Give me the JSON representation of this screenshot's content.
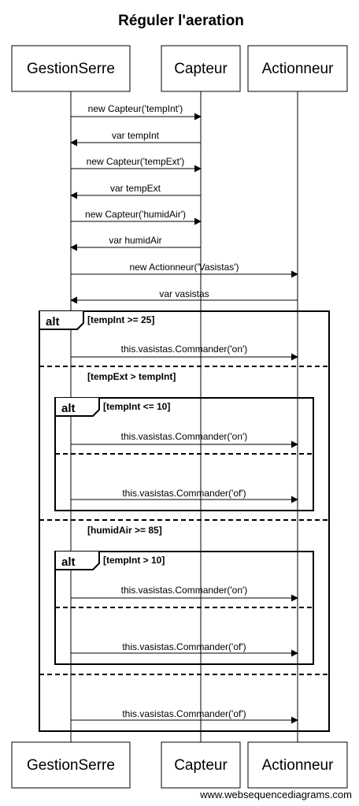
{
  "title": "Réguler l'aeration",
  "participants": [
    "GestionSerre",
    "Capteur",
    "Actionneur"
  ],
  "messages": [
    {
      "from": "GestionSerre",
      "to": "Capteur",
      "label": "new Capteur('tempInt')"
    },
    {
      "from": "Capteur",
      "to": "GestionSerre",
      "label": "var tempInt"
    },
    {
      "from": "GestionSerre",
      "to": "Capteur",
      "label": "new Capteur('tempExt')"
    },
    {
      "from": "Capteur",
      "to": "GestionSerre",
      "label": "var tempExt"
    },
    {
      "from": "GestionSerre",
      "to": "Capteur",
      "label": "new Capteur('humidAir')"
    },
    {
      "from": "Capteur",
      "to": "GestionSerre",
      "label": "var humidAir"
    },
    {
      "from": "GestionSerre",
      "to": "Actionneur",
      "label": "new Actionneur('Vasistas')"
    },
    {
      "from": "Actionneur",
      "to": "GestionSerre",
      "label": "var vasistas"
    },
    {
      "from": "GestionSerre",
      "to": "Actionneur",
      "label": "this.vasistas.Commander('on')"
    },
    {
      "from": "GestionSerre",
      "to": "Actionneur",
      "label": "this.vasistas.Commander('on')"
    },
    {
      "from": "GestionSerre",
      "to": "Actionneur",
      "label": "this.vasistas.Commander('of')"
    },
    {
      "from": "GestionSerre",
      "to": "Actionneur",
      "label": "this.vasistas.Commander('on')"
    },
    {
      "from": "GestionSerre",
      "to": "Actionneur",
      "label": "this.vasistas.Commander('of')"
    },
    {
      "from": "GestionSerre",
      "to": "Actionneur",
      "label": "this.vasistas.Commander('of')"
    }
  ],
  "frames": [
    {
      "tag": "alt",
      "guard": "[tempInt >= 25]",
      "else_guards": [
        "[tempExt > tempInt]",
        "[humidAir >= 85]",
        ""
      ]
    },
    {
      "tag": "alt",
      "guard": "[tempInt <= 10]",
      "else_guards": [
        ""
      ]
    },
    {
      "tag": "alt",
      "guard": "[tempInt > 10]",
      "else_guards": [
        ""
      ]
    }
  ],
  "footer": "www.websequencediagrams.com"
}
